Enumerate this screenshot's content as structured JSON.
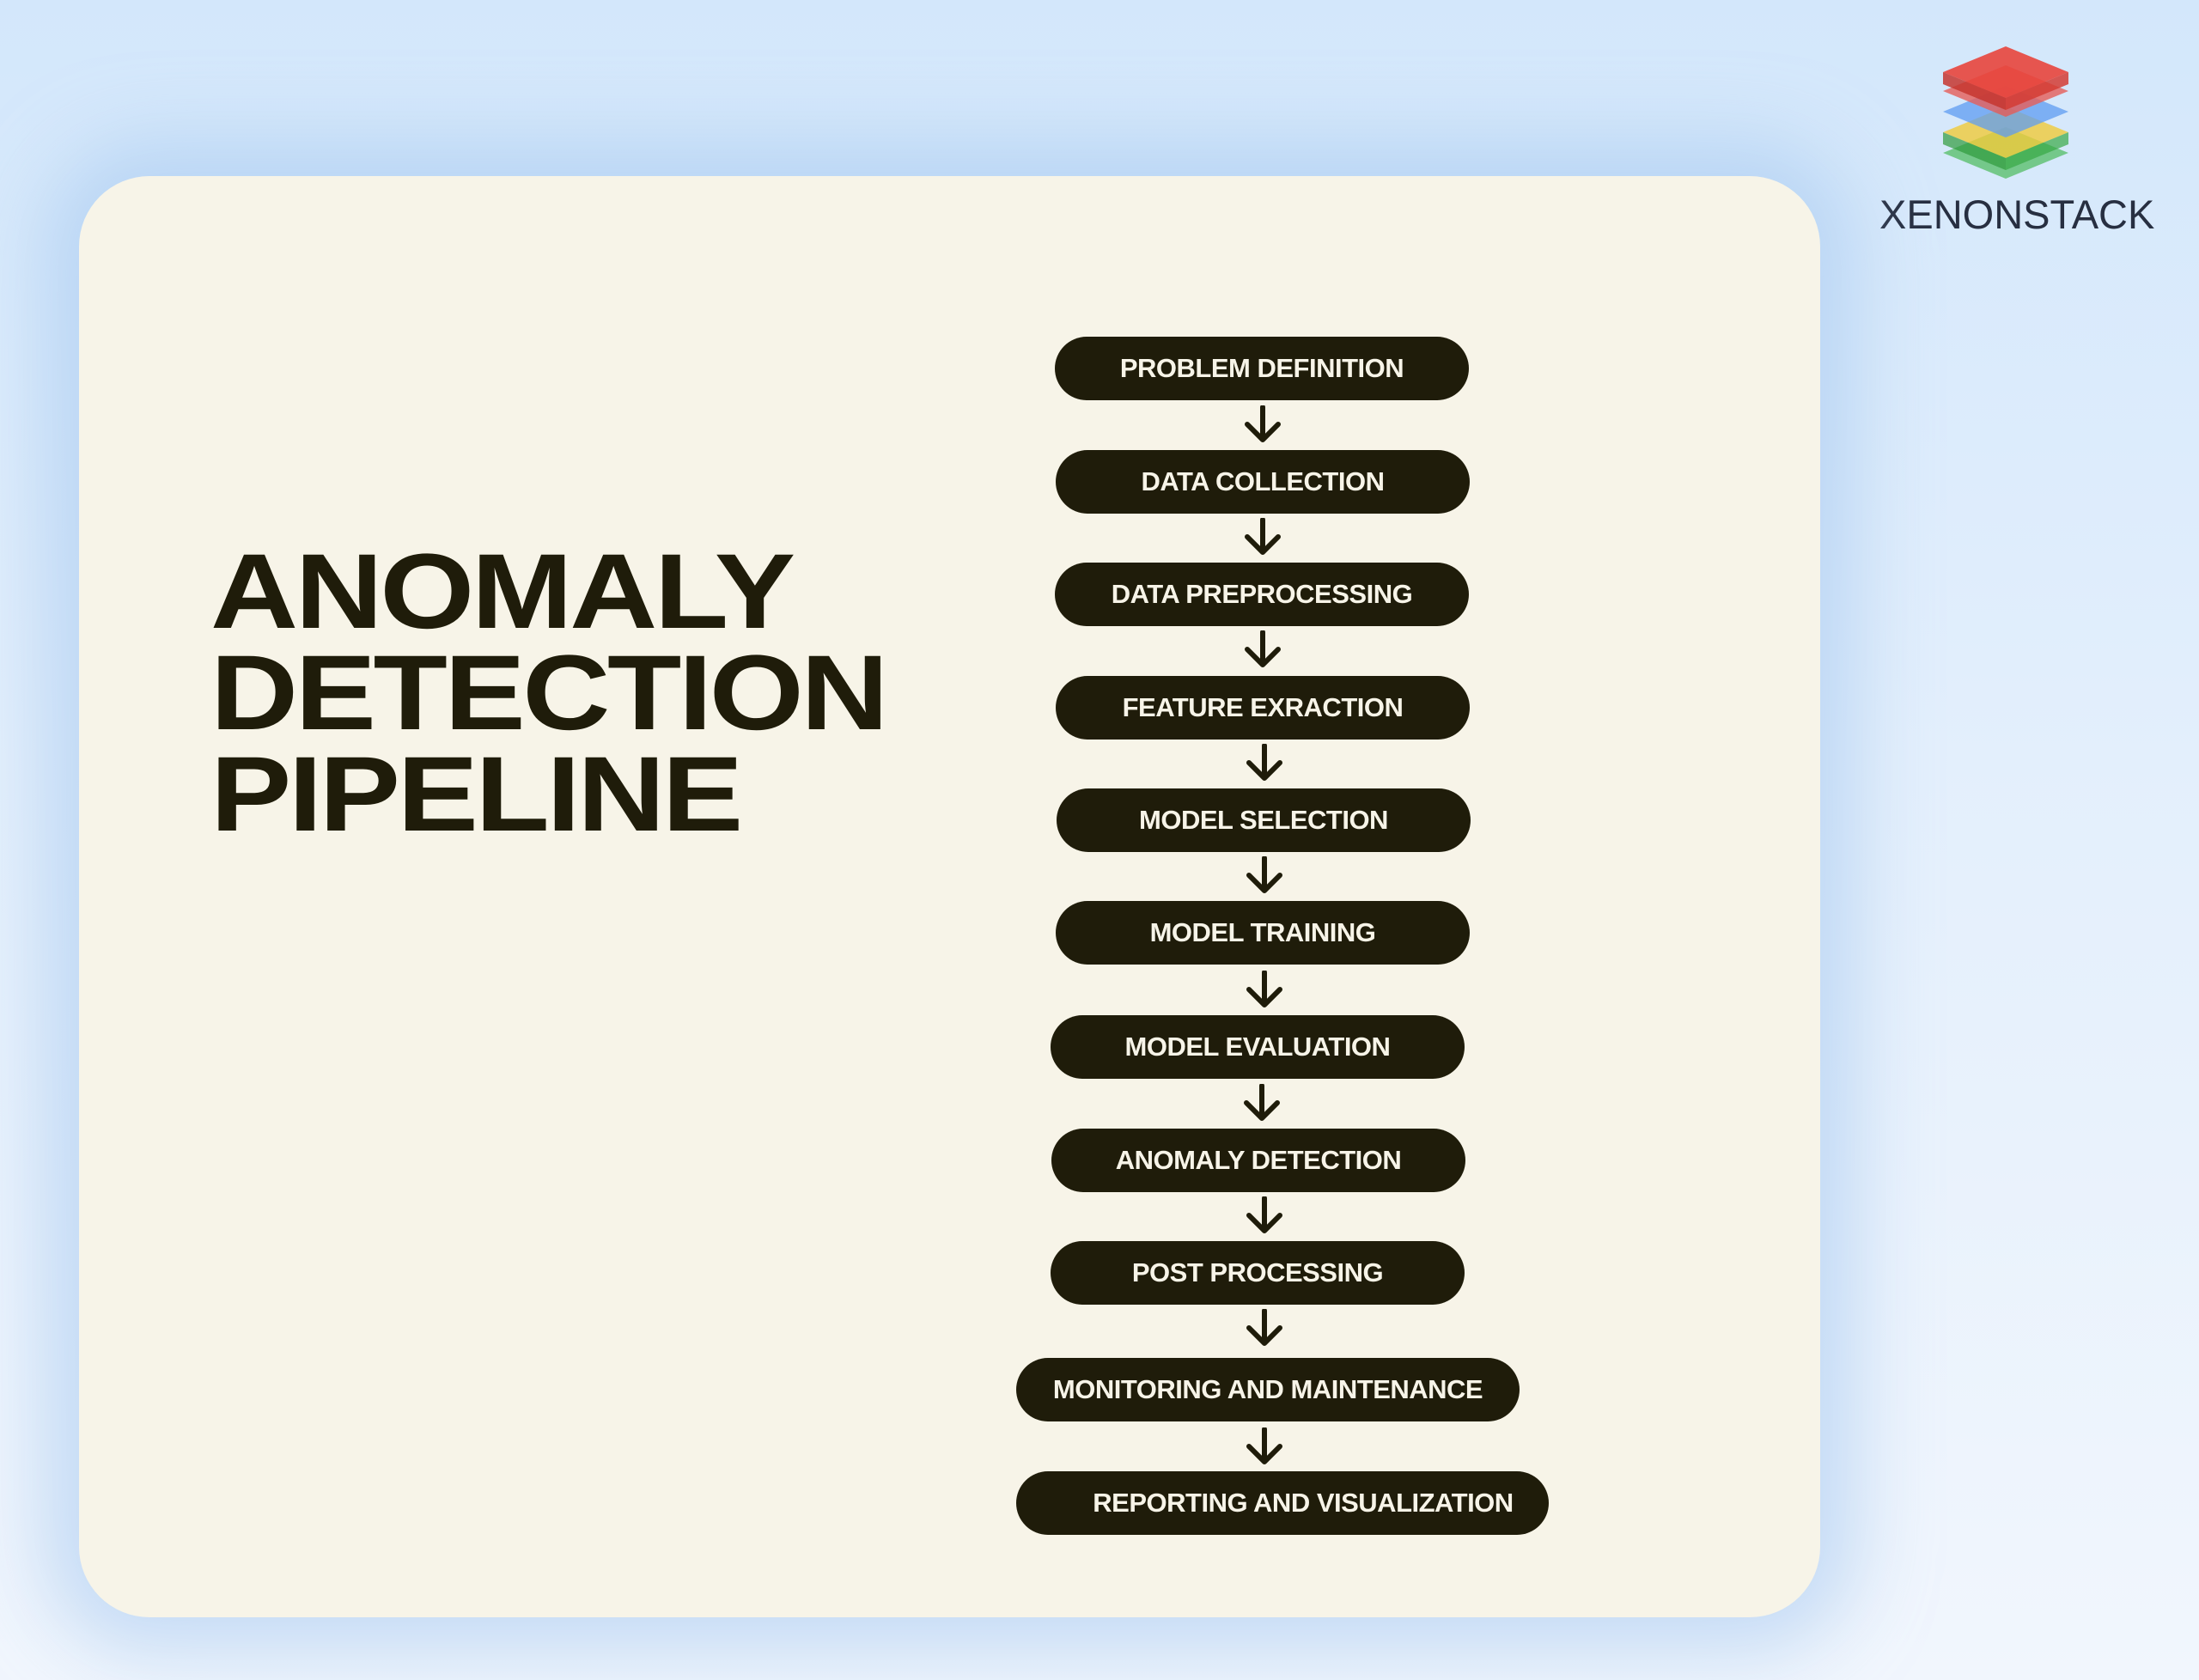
{
  "brand": {
    "name": "XENONSTACK",
    "logo_icon": "layered-stack-logo-icon",
    "logo_colors": [
      "#e8453c",
      "#4a8ff0",
      "#f5c518",
      "#3db54a"
    ]
  },
  "title": {
    "line1": "ANOMALY",
    "line2": "DETECTION",
    "line3": "PIPELINE"
  },
  "pipeline": {
    "steps": [
      "PROBLEM DEFINITION",
      "DATA COLLECTION",
      "DATA PREPROCESSING",
      "FEATURE EXRACTION",
      "MODEL SELECTION",
      "MODEL TRAINING",
      "MODEL EVALUATION",
      "ANOMALY DETECTION",
      "POST PROCESSING",
      "MONITORING AND MAINTENANCE",
      "REPORTING AND VISUALIZATION"
    ],
    "connector_icon": "arrow-down-icon"
  },
  "colors": {
    "card_background": "#f7f4e8",
    "pill_background": "#1f1c0a",
    "pill_text": "#f7f4e8",
    "page_background": "#d9e9fb"
  }
}
